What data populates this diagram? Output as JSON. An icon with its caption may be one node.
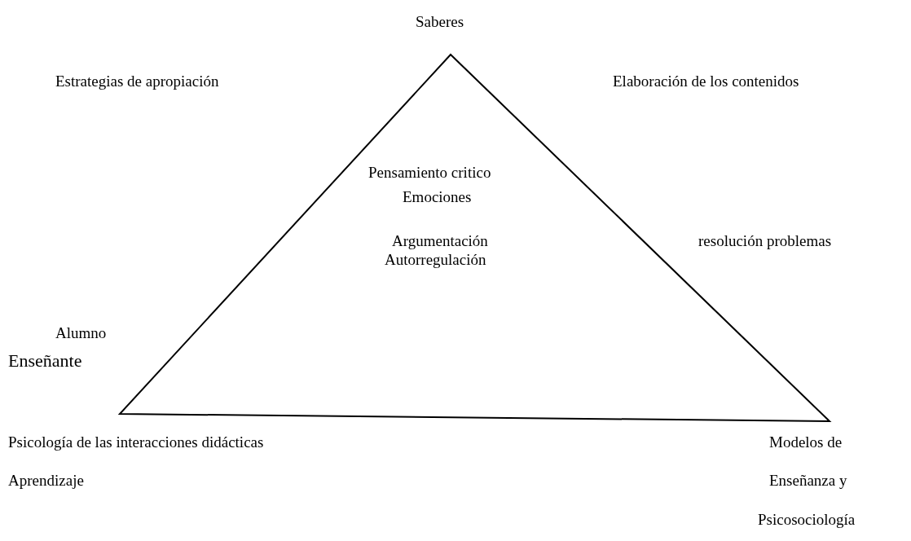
{
  "diagram": {
    "labels": [
      "Saberes",
      "Estrategias de apropiación",
      "Elaboración de los contenidos",
      "Pensamiento critico",
      "Emociones",
      "Argumentación",
      "Autorregulación",
      "resolución problemas",
      "Alumno",
      "Enseñante",
      "Psicología de las interacciones didácticas",
      "Modelos de",
      "Aprendizaje",
      "Enseñanza y",
      "Psicosociología"
    ]
  }
}
